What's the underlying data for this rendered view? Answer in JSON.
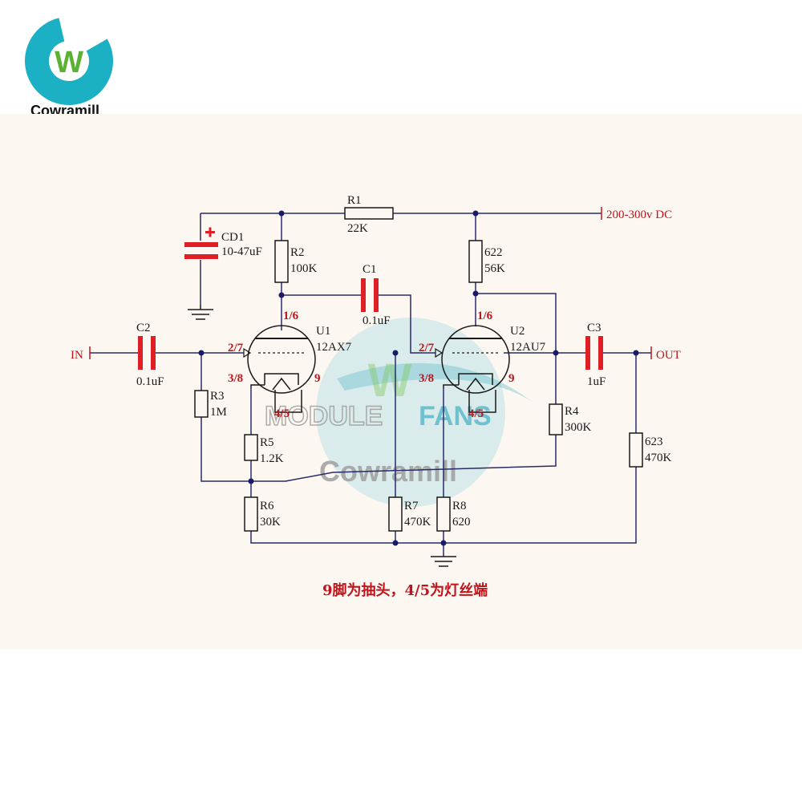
{
  "brand": {
    "name": "Cowramill",
    "logo_letter": "W"
  },
  "watermark": {
    "text_line1": "MODULE",
    "text_line2": "FANS",
    "brand": "Cowramill",
    "letter": "W"
  },
  "colors": {
    "wire": "#2a2a6a",
    "component": "#1a1a1a",
    "red": "#e01e25",
    "pin": "#c0141c",
    "teal": "#1cb0c4",
    "green": "#5ab132"
  },
  "terminals": {
    "supply": "200-300v DC",
    "input": "IN",
    "output": "OUT"
  },
  "components": {
    "R1": {
      "ref": "R1",
      "value": "22K"
    },
    "R2": {
      "ref": "R2",
      "value": "100K"
    },
    "R3": {
      "ref": "R3",
      "value": "1M"
    },
    "R4": {
      "ref": "R4",
      "value": "300K"
    },
    "R5": {
      "ref": "R5",
      "value": "1.2K"
    },
    "R6": {
      "ref": "R6",
      "value": "30K"
    },
    "R7": {
      "ref": "R7",
      "value": "470K"
    },
    "R8": {
      "ref": "R8",
      "value": "620"
    },
    "R622": {
      "ref": "622",
      "value": "56K"
    },
    "R623": {
      "ref": "623",
      "value": "470K"
    },
    "CD1": {
      "ref": "CD1",
      "value": "10-47uF"
    },
    "C1": {
      "ref": "C1",
      "value": "0.1uF"
    },
    "C2": {
      "ref": "C2",
      "value": "0.1uF"
    },
    "C3": {
      "ref": "C3",
      "value": "1uF"
    },
    "U1": {
      "ref": "U1",
      "value": "12AX7"
    },
    "U2": {
      "ref": "U2",
      "value": "12AU7"
    }
  },
  "pins": {
    "plate": "1/6",
    "grid": "2/7",
    "cathode": "3/8",
    "tap": "9",
    "heater": "4/5"
  },
  "note": "9脚为抽头，4/5为灯丝端"
}
